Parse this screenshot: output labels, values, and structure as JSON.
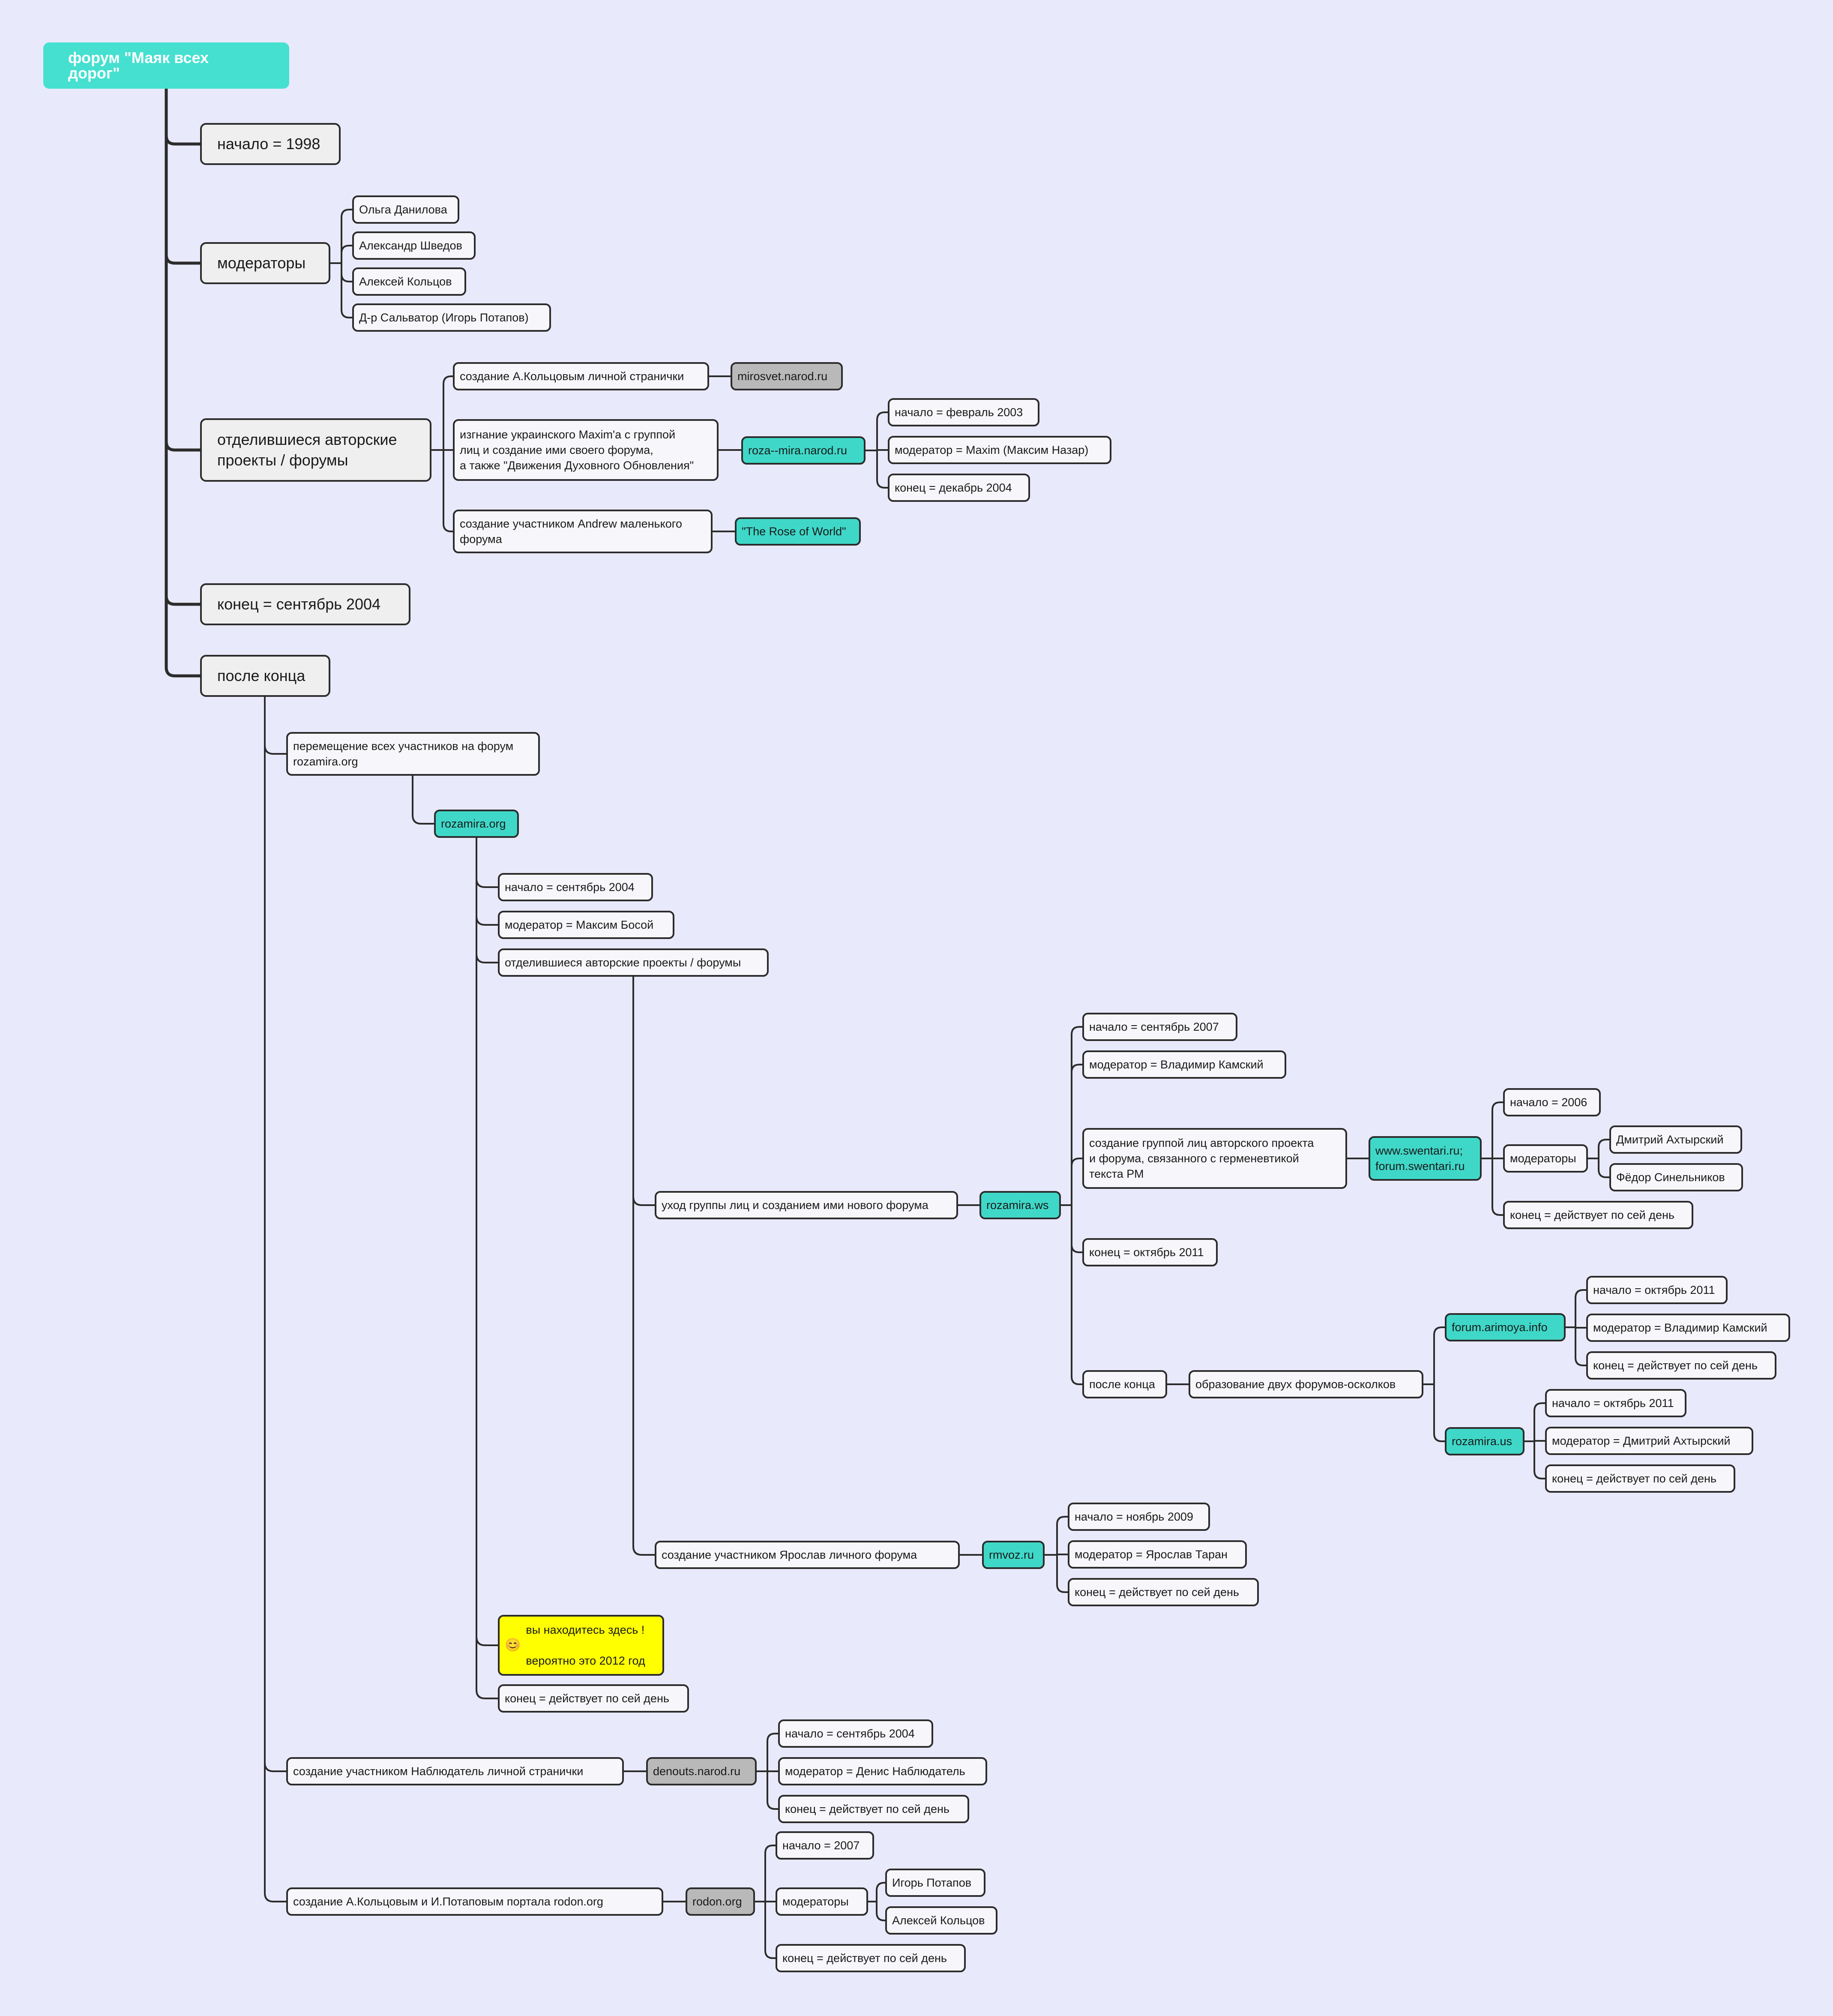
{
  "mindmap": {
    "root": "форум \"Маяк всех дорог\"",
    "l1": {
      "start": "начало = 1998",
      "moderators": "модераторы",
      "splinter": "отделившиеся авторские\nпроекты / форумы",
      "end": "конец = сентябрь 2004",
      "after": "после конца"
    },
    "mods": [
      "Ольга Данилова",
      "Александр Шведов",
      "Алексей Кольцов",
      "Д-р Сальватор (Игорь Потапов)"
    ],
    "splinter_items": {
      "kol_page": "создание А.Кольцовым личной странички",
      "mirosvet": "mirosvet.narod.ru",
      "maxim": "изгнание украинского Maxim'a с группой\nлиц и создание ими своего форума,\nа также \"Движения Духовного Обновления\"",
      "roza": "roza--mira.narod.ru",
      "roza_start": "начало = февраль 2003",
      "roza_mod": "модератор = Maxim (Максим Назар)",
      "roza_end": "конец = декабрь 2004",
      "andrew": "создание участником Andrew маленького\nфорума",
      "rose": "\"The Rose of World\""
    },
    "after_items": {
      "move": "перемещение всех участников на форум\nrozamira.org",
      "rozamira_org": "rozamira.org",
      "ro_start": "начало = сентябрь 2004",
      "ro_mod": "модератор = Максим Босой",
      "ro_split": "отделившиеся авторские проекты / форумы",
      "leave": "уход группы лиц и созданием ими нового форума",
      "ws": "rozamira.ws",
      "ws_start": "начало = сентябрь 2007",
      "ws_mod": "модератор = Владимир Камский",
      "ws_group": "создание группой лиц авторского проекта\nи форума,  связанного с герменевтикой\nтекста РМ",
      "swentari": "www.swentari.ru;\nforum.swentari.ru",
      "sw_start": "начало = 2006",
      "sw_mods": "модераторы",
      "sw_mod1": "Дмитрий Ахтырский",
      "sw_mod2": "Фёдор Синельников",
      "sw_end": "конец = действует по сей день",
      "ws_end": "конец = октябрь 2011",
      "ws_after": "после конца",
      "fragments": "образование двух форумов-осколков",
      "arimoya": "forum.arimoya.info",
      "ar_start": "начало = октябрь 2011",
      "ar_mod": "модератор = Владимир Камский",
      "ar_end": "конец = действует по сей день",
      "us": "rozamira.us",
      "us_start": "начало = октябрь 2011",
      "us_mod": "модератор = Дмитрий Ахтырский",
      "us_end": "конец = действует по сей день",
      "yaroslav": "создание участником Ярослав личного форума",
      "rmvoz": "rmvoz.ru",
      "rm_start": "начало = ноябрь 2009",
      "rm_mod": "модератор = Ярослав Таран",
      "rm_end": "конец = действует по сей день",
      "here": "вы находитесь здесь !\n\nвероятно это 2012 год",
      "here_emoji": "😊",
      "ro_end": "конец = действует по сей день",
      "observer": "создание участником Наблюдатель личной странички",
      "denouts": "denouts.narod.ru",
      "dn_start": "начало = сентябрь 2004",
      "dn_mod": "модератор = Денис Наблюдатель",
      "dn_end": "конец = действует по сей день",
      "rodon_portal": "создание А.Кольцовым и И.Потаповым портала rodon.org",
      "rodon": "rodon.org",
      "rd_start": "начало = 2007",
      "rd_mods": "модераторы",
      "rd_mod1": "Игорь Потапов",
      "rd_mod2": "Алексей Кольцов",
      "rd_end": "конец = действует по сей день"
    }
  },
  "colors": {
    "background": "#e9e9fc",
    "root": "#45e0d0",
    "teal": "#3fd8c8",
    "gray": "#b9b9b9",
    "yellow": "#ffff00",
    "line": "#2c2c2c"
  }
}
